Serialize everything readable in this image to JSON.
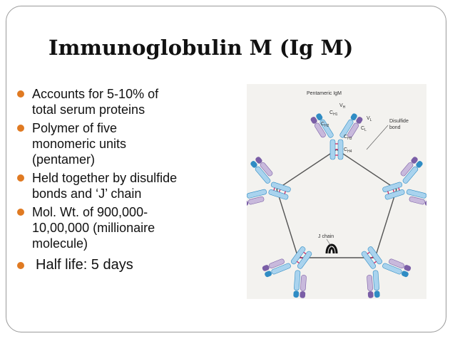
{
  "slide": {
    "title": "Immunoglobulin M (Ig M)",
    "bullets": [
      {
        "lines": [
          "Accounts for 5-10% of",
          "total serum proteins"
        ]
      },
      {
        "lines": [
          "Polymer of five",
          "monomeric units",
          "(pentamer)"
        ]
      },
      {
        "lines": [
          "Held together by disulfide",
          "bonds and ‘J’  chain"
        ]
      },
      {
        "lines": [
          "Mol. Wt. of 900,000-",
          "10,00,000 (millionaire",
          "molecule)"
        ]
      },
      {
        "lines": [
          "Half life: 5 days"
        ]
      }
    ],
    "bullet_color": "#e07a22"
  },
  "figure": {
    "label_pentameric": "Pentameric IgM",
    "label_vh": "V",
    "label_vh_sub": "H",
    "label_ch1": "C",
    "label_ch1_sub": "H1",
    "label_ch2": "C",
    "label_ch2_sub": "H2",
    "label_ch3": "C",
    "label_ch3_sub": "H3",
    "label_ch4": "C",
    "label_ch4_sub": "H4",
    "label_vl": "V",
    "label_vl_sub": "L",
    "label_cl": "C",
    "label_cl_sub": "L",
    "label_disulfide_1": "Disulfide",
    "label_disulfide_2": "bond",
    "label_jchain": "J chain",
    "colors": {
      "heavy": "#a9d3ee",
      "heavy_dark": "#2f8cc4",
      "light": "#c8b9dc",
      "light_dark": "#7a5ea6",
      "bond": "#c2185b",
      "ring": "#555555"
    }
  }
}
